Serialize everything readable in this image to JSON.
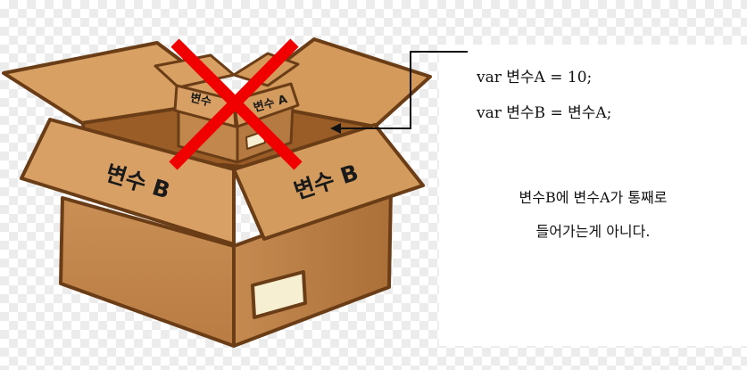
{
  "outer_box": {
    "label_left": "변수 B",
    "label_right": "변수 B"
  },
  "inner_box": {
    "label_left": "변수",
    "label_right": "변수 A"
  },
  "code": {
    "line1": "var 변수A = 10;",
    "line2": "var 변수B = 변수A;"
  },
  "note": {
    "line1": "변수B에 변수A가 통째로",
    "line2": "들어가는게 아니다."
  },
  "colors": {
    "cardboard": "#d9a066",
    "cardboard_dark": "#b8773f",
    "cardboard_interior": "#a8672f",
    "outline": "#6b3d16",
    "cross": "#f00000",
    "arrow": "#111111"
  },
  "icons": {
    "cross_mark": "red-x-icon",
    "arrow": "arrow-left-icon"
  }
}
